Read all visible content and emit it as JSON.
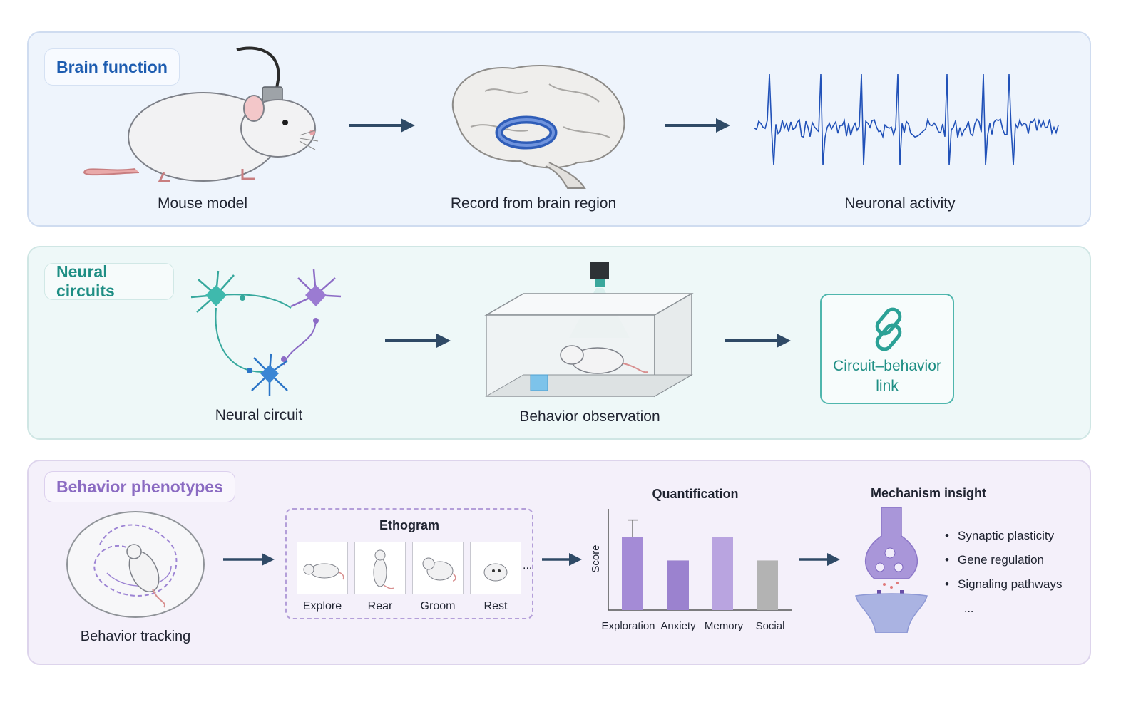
{
  "panels": {
    "brain_function": {
      "badge": "Brain function",
      "steps": [
        "Mouse model",
        "Record from brain region",
        "Neuronal activity"
      ]
    },
    "neural_circuits": {
      "badge": "Neural circuits",
      "steps": [
        "Neural circuit",
        "Behavior observation"
      ],
      "link_label": "Circuit–behavior link"
    },
    "behavior_phenotypes": {
      "badge": "Behavior phenotypes",
      "tracking_label": "Behavior tracking",
      "ethogram": {
        "title": "Ethogram",
        "items": [
          "Explore",
          "Rear",
          "Groom",
          "Rest"
        ],
        "ellipsis": "..."
      },
      "quantification_title": "Quantification",
      "mechanism_title": "Mechanism insight",
      "mechanism_points": [
        "Synaptic plasticity",
        "Gene regulation",
        "Signaling pathways"
      ],
      "mechanism_more": "..."
    }
  },
  "chart_data": {
    "type": "bar",
    "title": "Quantification",
    "ylabel": "Score",
    "xlabel": "",
    "categories": [
      "Exploration",
      "Anxiety",
      "Memory",
      "Social"
    ],
    "values": [
      0.72,
      0.49,
      0.72,
      0.49
    ],
    "error": [
      0.17,
      0,
      0,
      0
    ],
    "ylim": [
      0,
      1
    ],
    "colors": [
      "#a48bd6",
      "#9b82cf",
      "#b9a4e0",
      "#b3b3b3"
    ]
  },
  "colors": {
    "brain_accent": "#1d5cb0",
    "circuit_accent": "#1e8e84",
    "behavior_accent": "#8b6bc2",
    "arrow": "#2f4a66",
    "trace": "#2151b8"
  }
}
